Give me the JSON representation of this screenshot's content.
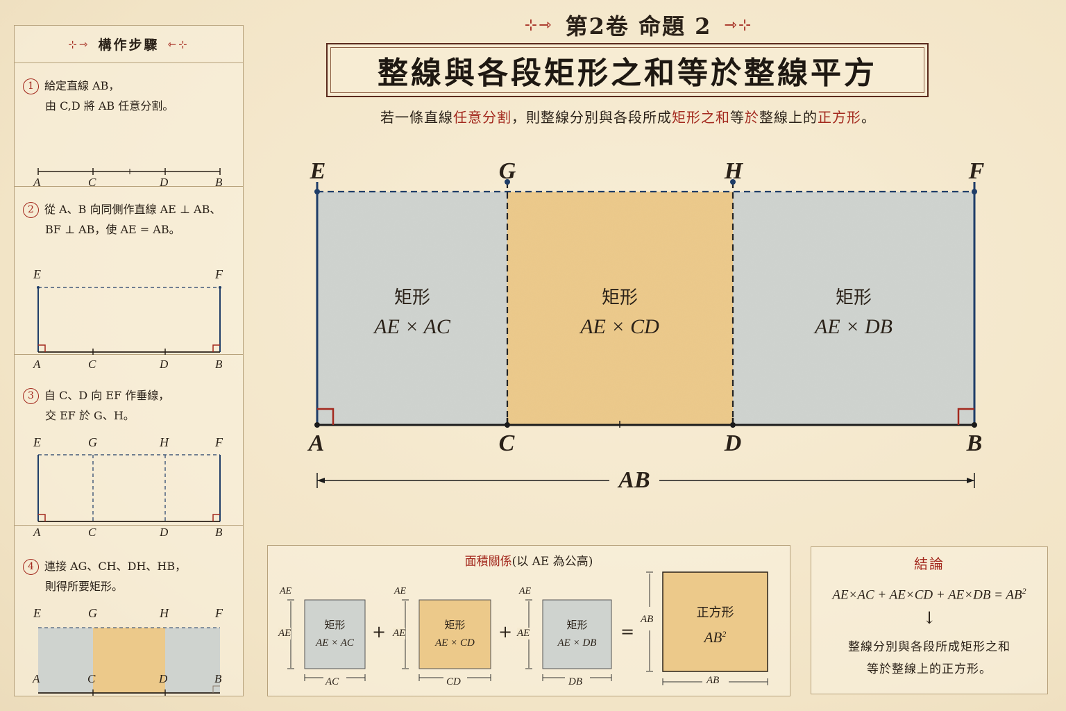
{
  "header": {
    "subtitle": "第2卷  命題 2",
    "title": "整線與各段矩形之和等於整線平方",
    "statement": [
      {
        "t": "若一條直線",
        "c": ""
      },
      {
        "t": "任意分割",
        "c": "red"
      },
      {
        "t": "，則整線分別與各段所成",
        "c": ""
      },
      {
        "t": "矩形之和",
        "c": "red"
      },
      {
        "t": "等",
        "c": ""
      },
      {
        "t": "於",
        "c": "red"
      },
      {
        "t": "整線上的",
        "c": ""
      },
      {
        "t": "正方形",
        "c": "red"
      },
      {
        "t": "。",
        "c": ""
      }
    ]
  },
  "steps": {
    "title": "構作步驟",
    "items": [
      {
        "num": "1",
        "line1": "給定直線 AB，",
        "line2": "由 C,D 將 AB 任意分割。",
        "labels": [
          "A",
          "C",
          "D",
          "B"
        ]
      },
      {
        "num": "2",
        "line1": "從 A、B 向同側作直線 AE ⊥ AB、",
        "line2": "BF ⊥ AB，使 AE = AB。",
        "labels": [
          "E",
          "F",
          "A",
          "C",
          "D",
          "B"
        ]
      },
      {
        "num": "3",
        "line1": "自 C、D 向 EF 作垂線，",
        "line2": "交 EF 於 G、H。",
        "labels": [
          "E",
          "G",
          "H",
          "F",
          "A",
          "C",
          "D",
          "B"
        ]
      },
      {
        "num": "4",
        "line1": "連接 AG、CH、DH、HB，",
        "line2": "則得所要矩形。",
        "labels": [
          "E",
          "G",
          "H",
          "F",
          "A",
          "C",
          "D",
          "B"
        ]
      }
    ]
  },
  "main": {
    "points": {
      "E": "E",
      "G": "G",
      "H": "H",
      "F": "F",
      "A": "A",
      "C": "C",
      "D": "D",
      "B": "B"
    },
    "rects": [
      {
        "name": "矩形",
        "expr": "AE × AC"
      },
      {
        "name": "矩形",
        "expr": "AE × CD"
      },
      {
        "name": "矩形",
        "expr": "AE × DB"
      }
    ],
    "width_label": "AB"
  },
  "area": {
    "title_red": "面積關係",
    "title_rest": "(以 AE 為公高)",
    "terms": [
      {
        "name": "矩形",
        "expr": "AE × AC",
        "height": "AE",
        "side": "AE",
        "base": "AC"
      },
      {
        "name": "矩形",
        "expr": "AE × CD",
        "height": "AE",
        "side": "AE",
        "base": "CD"
      },
      {
        "name": "矩形",
        "expr": "AE × DB",
        "height": "AE",
        "side": "AE",
        "base": "DB"
      }
    ],
    "plus": "+",
    "equals": "=",
    "square": {
      "name": "正方形",
      "expr": "AB",
      "sup": "2",
      "side": "AB",
      "base": "AB"
    }
  },
  "conclusion": {
    "title": "結論",
    "equation": "AE×AC + AE×CD + AE×DB = AB",
    "eq_sup": "2",
    "arrow": "↓",
    "line1": "整線分別與各段所成矩形之和",
    "line2": "等於整線上的正方形。"
  },
  "colors": {
    "gray": "#cfd3cf",
    "tan": "#ecc98a",
    "blue": "#1f3d68",
    "red": "#a3291e"
  }
}
